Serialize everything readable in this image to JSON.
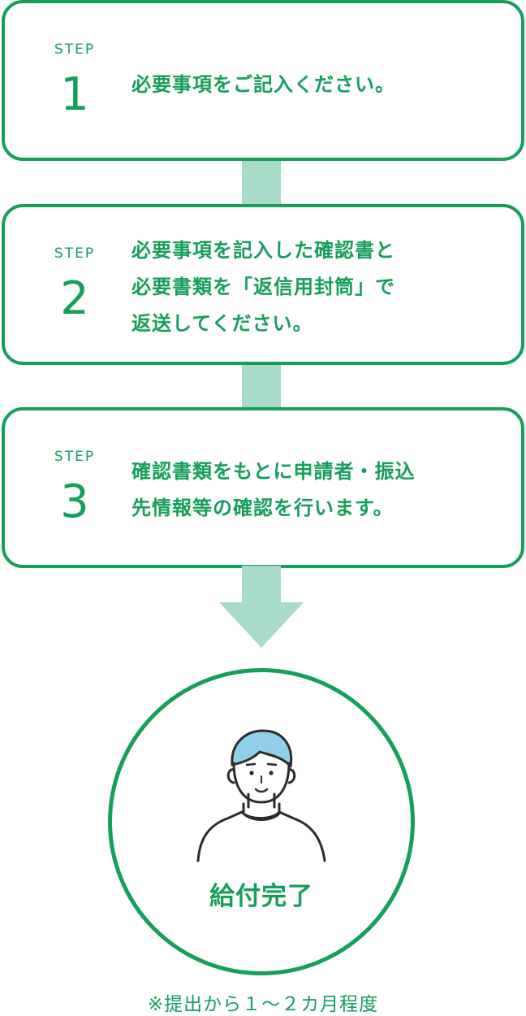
{
  "steps": [
    {
      "label": "STEP",
      "number": "1",
      "lines": [
        "必要事項をご記入ください。"
      ]
    },
    {
      "label": "STEP",
      "number": "2",
      "lines": [
        "必要事項を記入した確認書と",
        "必要書類を「返信用封筒」で",
        "返送してください。"
      ]
    },
    {
      "label": "STEP",
      "number": "3",
      "lines": [
        "確認書類をもとに申請者・振込",
        "先情報等の確認を行います。"
      ]
    }
  ],
  "completion": {
    "label": "給付完了",
    "icon": "person-icon"
  },
  "footnote": "※提出から１～２カ月程度",
  "colors": {
    "accent": "#169f5a",
    "connector": "#a8dcc8",
    "hair": "#8fd0e8",
    "line": "#2b2b2b"
  }
}
